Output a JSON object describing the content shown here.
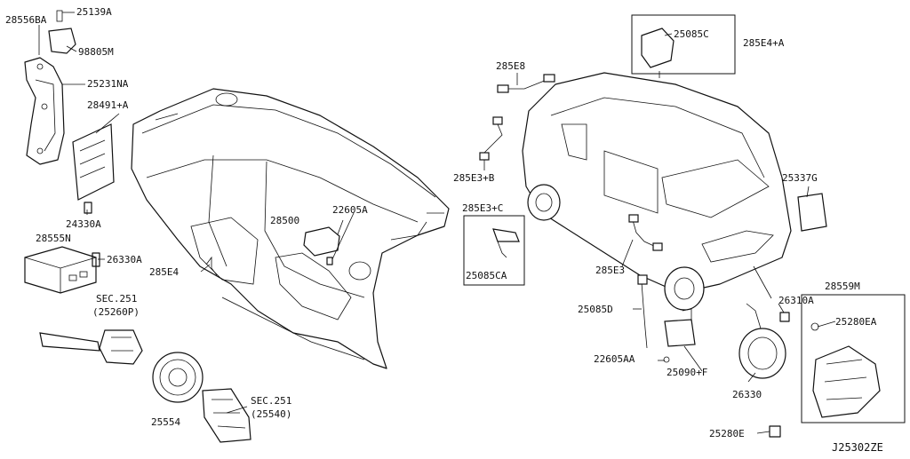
{
  "labels": {
    "p28556BA": "28556BA",
    "p25139A": "25139A",
    "p98805M": "98805M",
    "p25231NA": "25231NA",
    "p28491A": "28491+A",
    "p24330A": "24330A",
    "p28555N": "28555N",
    "p26330A": "26330A",
    "sec251a": "SEC.251",
    "sec251a_sub": "(25260P)",
    "p25554": "25554",
    "sec251b": "SEC.251",
    "sec251b_sub": "(25540)",
    "p28500": "28500",
    "p22605A": "22605A",
    "p285E4": "285E4",
    "p285E8": "285E8",
    "p285E3B": "285E3+B",
    "p285E3C": "285E3+C",
    "p25085CA": "25085CA",
    "p25085C": "25085C",
    "p285E4A": "285E4+A",
    "p25337G": "25337G",
    "p285E3": "285E3",
    "p25085D": "25085D",
    "p22605AA": "22605AA",
    "p25090F": "25090+F",
    "p26310A": "26310A",
    "p28559M": "28559M",
    "p25280EA": "25280EA",
    "p26330": "26330",
    "p25280E": "25280E",
    "drawing_no": "J25302ZE"
  }
}
